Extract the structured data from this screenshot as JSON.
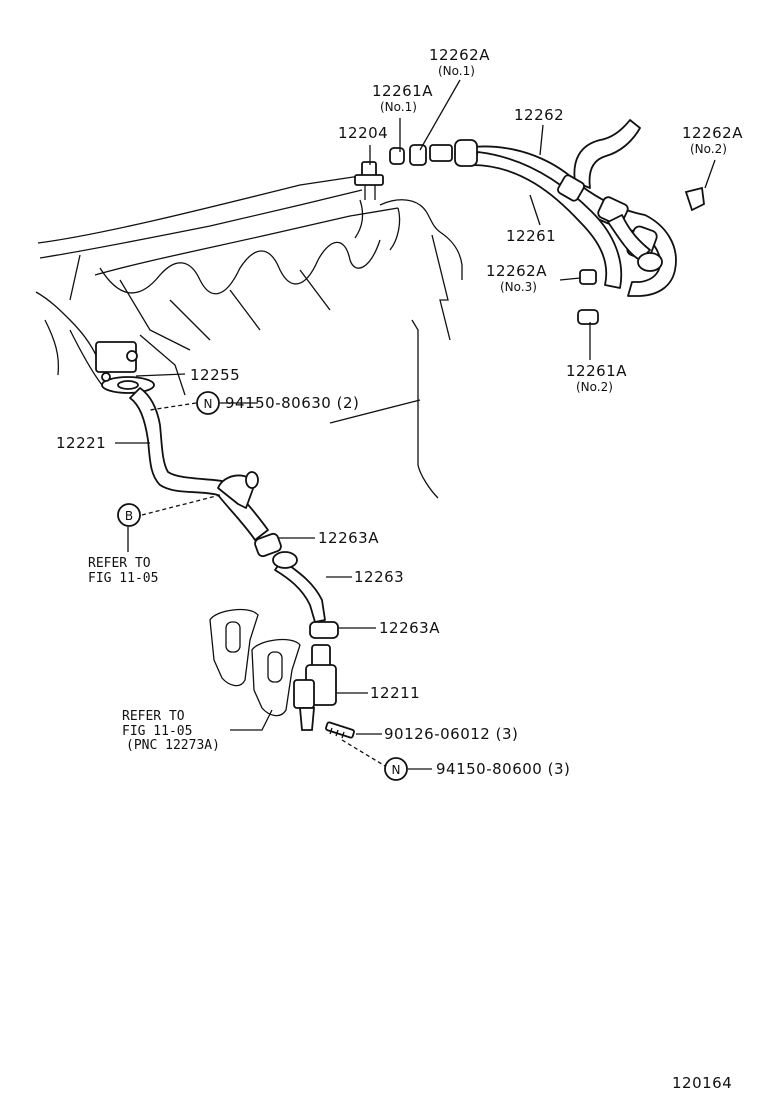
{
  "labels": {
    "p12262A_no1": "12262A",
    "p12262A_no1_sub": "(No.1)",
    "p12261A_no1": "12261A",
    "p12261A_no1_sub": "(No.1)",
    "p12204": "12204",
    "p12262": "12262",
    "p12262A_no2": "12262A",
    "p12262A_no2_sub": "(No.2)",
    "p12261": "12261",
    "p12262A_no3": "12262A",
    "p12262A_no3_sub": "(No.3)",
    "p12261A_no2": "12261A",
    "p12261A_no2_sub": "(No.2)",
    "p12255": "12255",
    "p94150_80630": "94150-80630 (2)",
    "p12221": "12221",
    "p12263A_upper": "12263A",
    "p12263": "12263",
    "p12263A_lower": "12263A",
    "p12211": "12211",
    "p90126_06012": "90126-06012 (3)",
    "p94150_80600": "94150-80600 (3)"
  },
  "symbols": {
    "n_upper": "N",
    "n_lower": "N",
    "b_ref": "B"
  },
  "refs": {
    "ref_b_line1": "REFER TO",
    "ref_b_line2": "FIG 11-05",
    "ref_gasket_line1": "REFER TO",
    "ref_gasket_line2": "FIG 11-05",
    "ref_gasket_line3": "(PNC 12273A)"
  },
  "figure_id": "120164"
}
